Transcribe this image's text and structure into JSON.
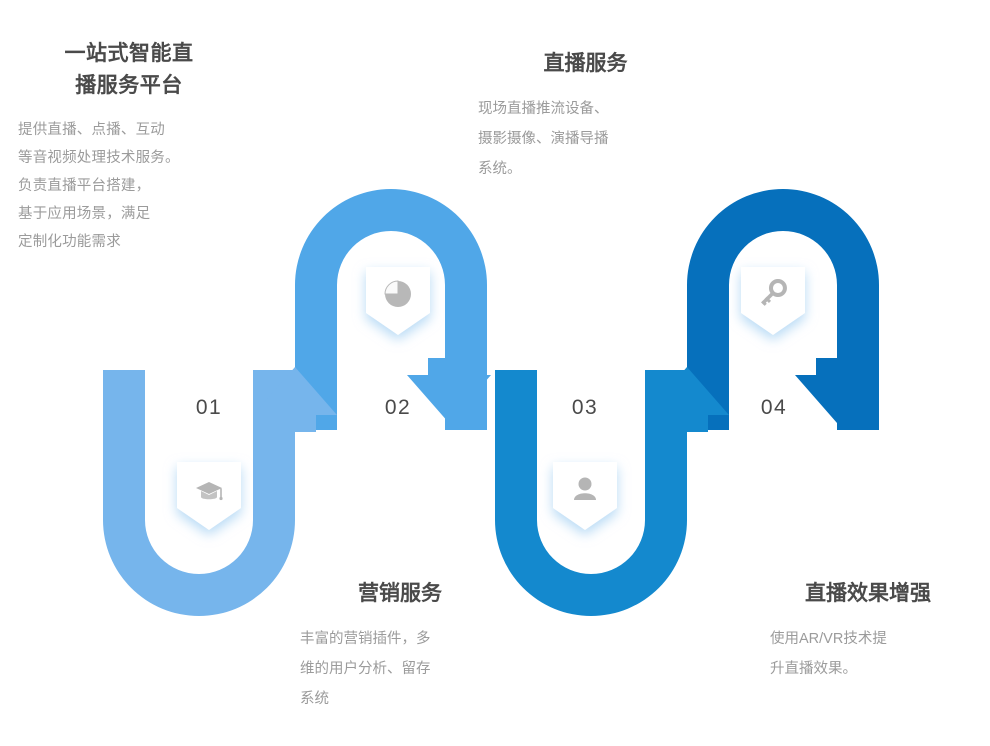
{
  "diagram": {
    "type": "serpentine-process-flow",
    "step_count": 4,
    "palette": {
      "step1": "#76b5ec",
      "step2": "#50a7e8",
      "step3": "#1489ce",
      "step4": "#0670bc",
      "number_text": "#4a4a4a",
      "title_text": "#4a4a4a",
      "body_text": "#9b9b9b",
      "badge_fill": "#ffffff",
      "badge_glow": "#cfe6fa",
      "icon_gray": "#b0b0b0",
      "background": "#ffffff"
    }
  },
  "steps": [
    {
      "number": "01",
      "title": "一站式智能直\n播服务平台",
      "body": "提供直播、点播、互动\n等音视频处理技术服务。\n负责直播平台搭建，\n基于应用场景，满足\n定制化功能需求",
      "icon": "graduation-cap-icon",
      "color": "#76b5ec",
      "title_position": "top-left",
      "badge_position": "bottom"
    },
    {
      "number": "02",
      "title": "营销服务",
      "body": "丰富的营销插件，多\n维的用户分析、留存\n系统",
      "icon": "pie-chart-icon",
      "color": "#50a7e8",
      "title_position": "bottom",
      "badge_position": "top"
    },
    {
      "number": "03",
      "title": "直播服务",
      "body": "现场直播推流设备、\n摄影摄像、演播导播\n系统。",
      "icon": "user-icon",
      "color": "#1489ce",
      "title_position": "top",
      "badge_position": "bottom"
    },
    {
      "number": "04",
      "title": "直播效果增强",
      "body": "使用AR/VR技术提\n升直播效果。",
      "icon": "key-icon",
      "color": "#0670bc",
      "title_position": "bottom",
      "badge_position": "top"
    }
  ]
}
